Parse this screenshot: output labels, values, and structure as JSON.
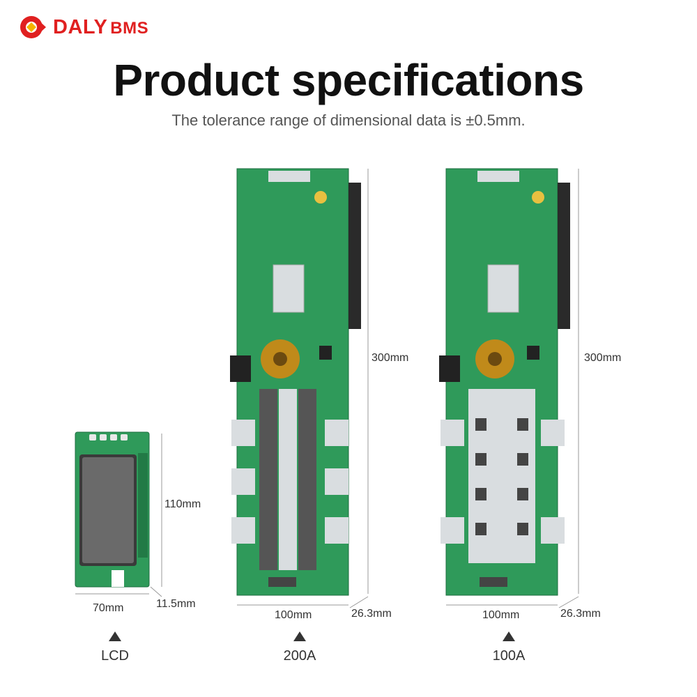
{
  "brand": {
    "name": "DALY",
    "suffix": "BMS",
    "color": "#e02020"
  },
  "title": "Product specifications",
  "subtitle": "The tolerance range of dimensional data is ±0.5mm.",
  "products": [
    {
      "caption": "LCD",
      "height": "110mm",
      "width": "70mm",
      "depth": "11.5mm"
    },
    {
      "caption": "200A",
      "height": "300mm",
      "width": "100mm",
      "depth": "26.3mm"
    },
    {
      "caption": "100A",
      "height": "300mm",
      "width": "100mm",
      "depth": "26.3mm"
    }
  ],
  "colors": {
    "pcb": "#2f9a5a",
    "pcb_dark": "#227a46",
    "metal": "#d9dde0",
    "display": "#5a5a5a"
  }
}
